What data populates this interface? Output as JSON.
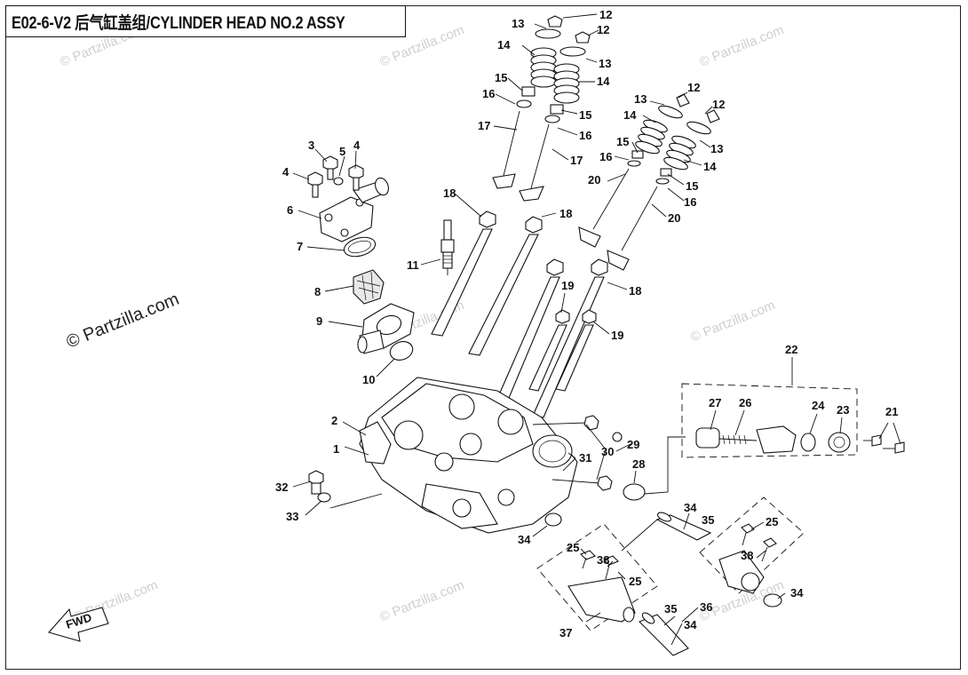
{
  "title": "E02-6-V2 后气缸盖组/CYLINDER HEAD NO.2 ASSY",
  "watermark_small": "© Partzilla.com",
  "watermark_large": "© Partzilla.com",
  "fwd_label": "FWD",
  "callouts": {
    "c1": "1",
    "c2": "2",
    "c3": "3",
    "c4a": "4",
    "c4b": "4",
    "c5": "5",
    "c6": "6",
    "c7": "7",
    "c8": "8",
    "c9": "9",
    "c10": "10",
    "c11": "11",
    "c12a": "12",
    "c12b": "12",
    "c12c": "12",
    "c12d": "12",
    "c13a": "13",
    "c13b": "13",
    "c13c": "13",
    "c13d": "13",
    "c14a": "14",
    "c14b": "14",
    "c14c": "14",
    "c14d": "14",
    "c15a": "15",
    "c15b": "15",
    "c15c": "15",
    "c15d": "15",
    "c16a": "16",
    "c16b": "16",
    "c16c": "16",
    "c16d": "16",
    "c17a": "17",
    "c17b": "17",
    "c18a": "18",
    "c18b": "18",
    "c18c": "18",
    "c19a": "19",
    "c19b": "19",
    "c20a": "20",
    "c20b": "20",
    "c21": "21",
    "c22": "22",
    "c23": "23",
    "c24": "24",
    "c26": "26",
    "c27": "27",
    "c28": "28",
    "c29": "29",
    "c30": "30",
    "c31": "31",
    "c32": "32",
    "c33": "33",
    "c34a": "34",
    "c34b": "34",
    "c34c": "34",
    "c34d": "34",
    "c35a": "35",
    "c35b": "35",
    "c36": "36",
    "c37": "37",
    "c25a": "25",
    "c25b": "25",
    "c25c": "25",
    "c38a": "38",
    "c38b": "38"
  }
}
